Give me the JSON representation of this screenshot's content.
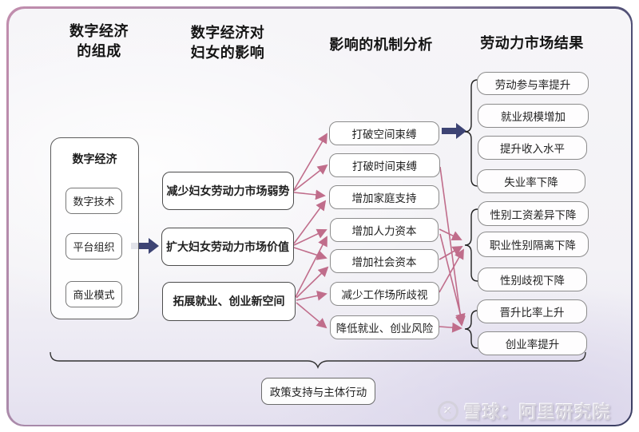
{
  "headers": {
    "col1": [
      "数字经济",
      "的组成"
    ],
    "col2": [
      "数字经济对",
      "妇女的影响"
    ],
    "col3": [
      "影响的机制分析"
    ],
    "col4": [
      "劳动力市场结果"
    ]
  },
  "column1": {
    "title": "数字经济",
    "items": [
      {
        "id": "tech",
        "label": "数字技术"
      },
      {
        "id": "platform",
        "label": "平台组织"
      },
      {
        "id": "business",
        "label": "商业模式"
      }
    ]
  },
  "column2": {
    "items": [
      {
        "id": "c2a",
        "label": "减少妇女劳动力市场弱势"
      },
      {
        "id": "c2b",
        "label": "扩大妇女劳动力市场价值"
      },
      {
        "id": "c2c",
        "label": "拓展就业、创业新空间"
      }
    ]
  },
  "column3": {
    "items": [
      {
        "id": "m1",
        "label": "打破空间束缚"
      },
      {
        "id": "m2",
        "label": "打破时间束缚"
      },
      {
        "id": "m3",
        "label": "增加家庭支持"
      },
      {
        "id": "m4",
        "label": "增加人力资本"
      },
      {
        "id": "m5",
        "label": "增加社会资本"
      },
      {
        "id": "m6",
        "label": "减少工作场所歧视"
      },
      {
        "id": "m7",
        "label": "降低就业、创业风险"
      }
    ]
  },
  "column4": {
    "items": [
      {
        "id": "o1",
        "label": "劳动参与率提升"
      },
      {
        "id": "o2",
        "label": "就业规模增加"
      },
      {
        "id": "o3",
        "label": "提升收入水平"
      },
      {
        "id": "o4",
        "label": "失业率下降"
      },
      {
        "id": "o5",
        "label": "性别工资差异下降"
      },
      {
        "id": "o6",
        "label": "职业性别隔离下降"
      },
      {
        "id": "o7",
        "label": "性别歧视下降"
      },
      {
        "id": "o8",
        "label": "晋升比率上升"
      },
      {
        "id": "o9",
        "label": "创业率提升"
      }
    ]
  },
  "brackets": {
    "bk1": [
      "o1",
      "o2",
      "o3",
      "o4"
    ],
    "bk2": [
      "o5",
      "o6",
      "o7"
    ],
    "bk3": [
      "o8",
      "o9"
    ]
  },
  "edges": {
    "blue": [
      {
        "from": "de",
        "to": "c2b"
      },
      {
        "from": "m1",
        "to": "bk1"
      }
    ],
    "pink": [
      {
        "from": "c2a",
        "to": "m1"
      },
      {
        "from": "c2a",
        "to": "m2"
      },
      {
        "from": "c2a",
        "to": "m3"
      },
      {
        "from": "c2b",
        "to": "m3"
      },
      {
        "from": "c2b",
        "to": "m4"
      },
      {
        "from": "c2b",
        "to": "m5"
      },
      {
        "from": "c2c",
        "to": "m4"
      },
      {
        "from": "c2c",
        "to": "m5"
      },
      {
        "from": "c2c",
        "to": "m6"
      },
      {
        "from": "c2c",
        "to": "m7"
      },
      {
        "from": "m2",
        "to": "bk3"
      },
      {
        "from": "m4",
        "to": "bk2"
      },
      {
        "from": "m4",
        "to": "bk3"
      },
      {
        "from": "m5",
        "to": "bk2"
      },
      {
        "from": "m6",
        "to": "bk2"
      },
      {
        "from": "m7",
        "to": "bk3"
      }
    ]
  },
  "policy": {
    "label": "政策支持与主体行动"
  },
  "watermark": {
    "logo": "snowball-x-icon",
    "logo_glyph": "✕",
    "text": "雪球：阿里研究院"
  },
  "colors": {
    "pink_arrow": "#c06d8b",
    "blue_arrow": "#3d4474",
    "frame_start": "#c18dad",
    "frame_end": "#3c3f63",
    "bracket": "#222222"
  }
}
